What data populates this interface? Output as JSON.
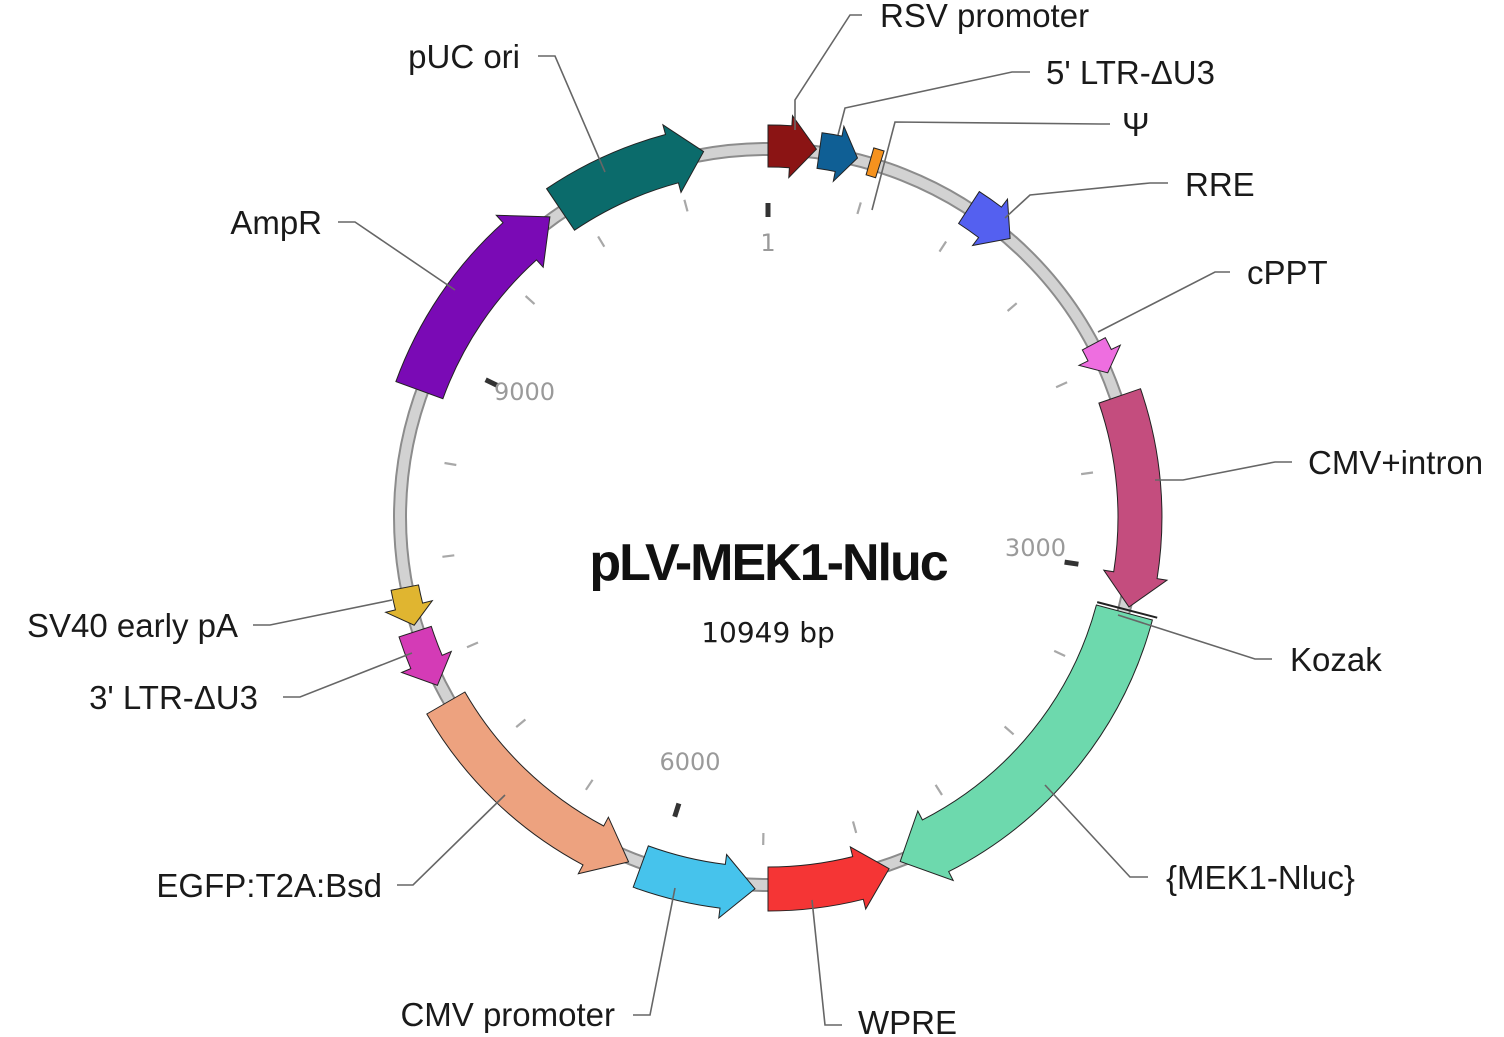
{
  "plasmid": {
    "name": "pLV-MEK1-Nluc",
    "size_label": "10949 bp",
    "length_bp": 10949
  },
  "ticks": {
    "major_labels": [
      "1",
      "3000",
      "6000",
      "9000"
    ]
  },
  "features": [
    {
      "id": "rsv",
      "label": "RSV promoter",
      "color": "#8b1414",
      "direction": "cw"
    },
    {
      "id": "ltr5",
      "label": "5' LTR-ΔU3",
      "color": "#0f5f95",
      "direction": "cw"
    },
    {
      "id": "psi",
      "label": "Ψ",
      "color": "#f5921e",
      "direction": "none"
    },
    {
      "id": "rre",
      "label": "RRE",
      "color": "#5460f0",
      "direction": "ccw"
    },
    {
      "id": "cppt",
      "label": "cPPT",
      "color": "#ee6ee0",
      "direction": "cw"
    },
    {
      "id": "cmvintron",
      "label": "CMV+intron",
      "color": "#c44d7e",
      "direction": "cw"
    },
    {
      "id": "kozak",
      "label": "Kozak",
      "color": "#222222",
      "direction": "none"
    },
    {
      "id": "mek1",
      "label": "{MEK1-Nluc}",
      "color": "#6dd9ad",
      "direction": "cw"
    },
    {
      "id": "wpre",
      "label": "WPRE",
      "color": "#f53535",
      "direction": "cw"
    },
    {
      "id": "cmvprom",
      "label": "CMV promoter",
      "color": "#46c3ec",
      "direction": "cw"
    },
    {
      "id": "egfp",
      "label": "EGFP:T2A:Bsd",
      "color": "#eda27f",
      "direction": "cw"
    },
    {
      "id": "ltr3",
      "label": "3' LTR-ΔU3",
      "color": "#d43bb6",
      "direction": "cw"
    },
    {
      "id": "sv40",
      "label": "SV40 early pA",
      "color": "#e0b530",
      "direction": "cw"
    },
    {
      "id": "ampr",
      "label": "AmpR",
      "color": "#7a0ab5",
      "direction": "cw"
    },
    {
      "id": "puc",
      "label": "pUC ori",
      "color": "#0b6b6b",
      "direction": "cw"
    }
  ]
}
